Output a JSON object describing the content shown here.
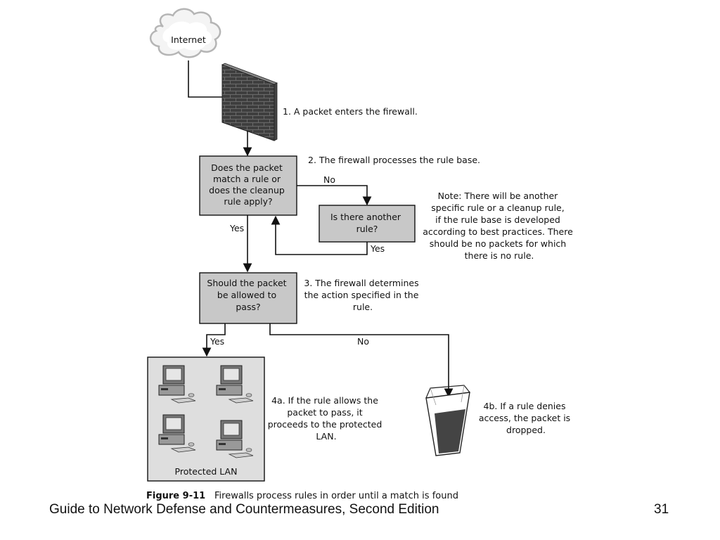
{
  "figure": {
    "cloud_label": "Internet",
    "step1": "1. A packet enters the firewall.",
    "step2": "2. The firewall processes the rule base.",
    "decision1": [
      "Does the packet",
      "match a rule or",
      "does the cleanup",
      "rule apply?"
    ],
    "decision2": [
      "Is there another",
      "rule?"
    ],
    "decision3": [
      "Should the packet",
      "be allowed to",
      "pass?"
    ],
    "step3": [
      "3. The firewall determines",
      "the action specified in the",
      "rule."
    ],
    "note": [
      "Note: There will be another",
      "specific rule or a cleanup rule,",
      "if the rule base is developed",
      "according to best practices. There",
      "should be no packets for which",
      "there is no rule."
    ],
    "label_no": "No",
    "label_yes": "Yes",
    "lan_label": "Protected LAN",
    "step4a": [
      "4a. If the rule allows the",
      "packet to pass, it",
      "proceeds to the protected",
      "LAN."
    ],
    "step4b": [
      "4b. If a rule denies",
      "access, the packet is",
      "dropped."
    ],
    "caption_number": "Figure 9-11",
    "caption_text": "Firewalls process rules in order until a match is found"
  },
  "footer": {
    "title": "Guide to Network Defense and Countermeasures, Second Edition",
    "page": "31"
  },
  "colors": {
    "box_fill": "#c8c8c8",
    "lan_fill": "#dedede",
    "line": "#111111",
    "brick": "#555555",
    "bin_fill": "#444444"
  }
}
